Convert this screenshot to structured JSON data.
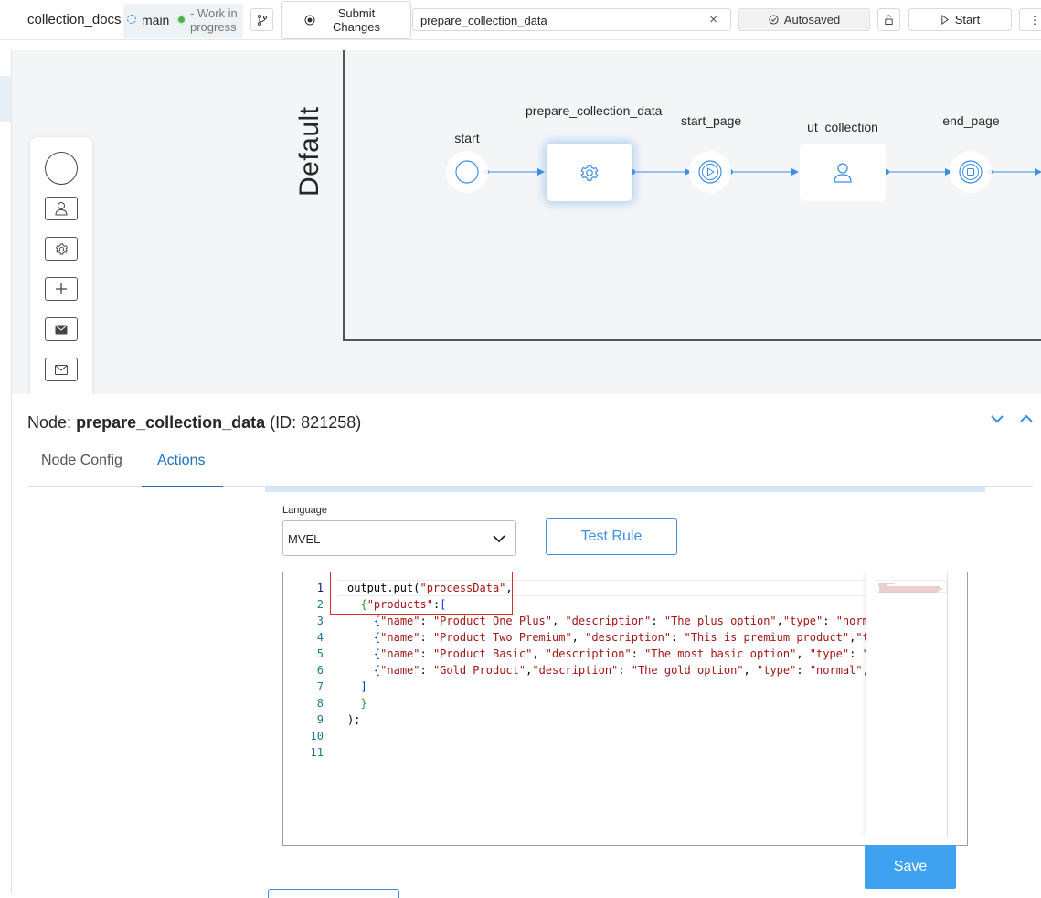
{
  "header": {
    "app_title": "collection_docs",
    "branch": {
      "name": "main",
      "status": "- Work in progress"
    },
    "submit_label": "Submit Changes",
    "search_value": "prepare_collection_data",
    "clear_glyph": "×",
    "autosave_label": "Autosaved",
    "start_label": "Start"
  },
  "canvas": {
    "lane_label": "Default",
    "nodes": [
      {
        "label": "start",
        "kind": "start-event"
      },
      {
        "label": "prepare_collection_data",
        "kind": "service-task",
        "selected": true
      },
      {
        "label": "start_page",
        "kind": "start-subprocess-event"
      },
      {
        "label": "ut_collection",
        "kind": "user-task"
      },
      {
        "label": "end_page",
        "kind": "end-event"
      }
    ],
    "palette": [
      "circle-icon",
      "user-task-icon",
      "gear-icon",
      "plus-icon",
      "message-filled-icon",
      "message-outline-icon"
    ]
  },
  "panel": {
    "node_prefix": "Node:",
    "node_name": "prepare_collection_data",
    "node_id": "(ID: 821258)",
    "tabs": [
      {
        "label": "Node Config",
        "active": false
      },
      {
        "label": "Actions",
        "active": true
      }
    ],
    "language_label": "Language",
    "language_value": "MVEL",
    "test_rule_label": "Test Rule",
    "save_label": "Save",
    "code_lines": [
      "1",
      "2",
      "3",
      "4",
      "5",
      "6",
      "7",
      "8",
      "9",
      "10",
      "11"
    ]
  },
  "colors": {
    "accent": "#3a8ee6",
    "save": "#3ea2f0",
    "status_green": "#4caf50",
    "string_red": "#a31515"
  }
}
